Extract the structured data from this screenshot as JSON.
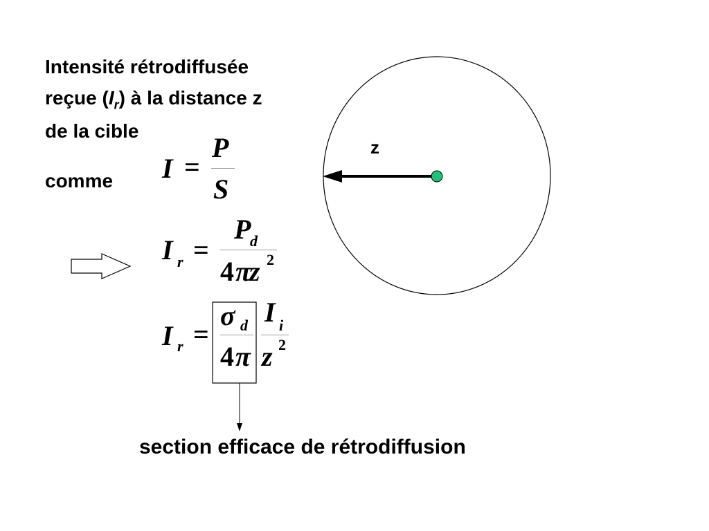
{
  "heading": {
    "line1": "Intensité rétrodiffusée",
    "line2_pre": "reçue (",
    "line2_var": "I",
    "line2_sub": "r",
    "line2_post": ") à la distance z",
    "line3": "de la cible"
  },
  "comme": "comme",
  "z_label": "z",
  "caption": "section efficace de rétrodiffusion",
  "eq1": {
    "lhs": "I",
    "eq": "=",
    "num": "P",
    "den": "S"
  },
  "eq2": {
    "lhs": "I",
    "lhs_sub": "r",
    "eq": "=",
    "num": "P",
    "num_sub": "d",
    "den_coef": "4",
    "den_pi": "π",
    "den_var": "z",
    "den_exp": "2"
  },
  "eq3": {
    "lhs": "I",
    "lhs_sub": "r",
    "eq": "=",
    "num1": "σ",
    "num1_sub": "d",
    "den1_coef": "4",
    "den1_pi": "π",
    "num2": "I",
    "num2_sub": "i",
    "den2_var": "z",
    "den2_exp": "2"
  },
  "colors": {
    "center_dot": "#22c07a",
    "text": "#000000"
  }
}
